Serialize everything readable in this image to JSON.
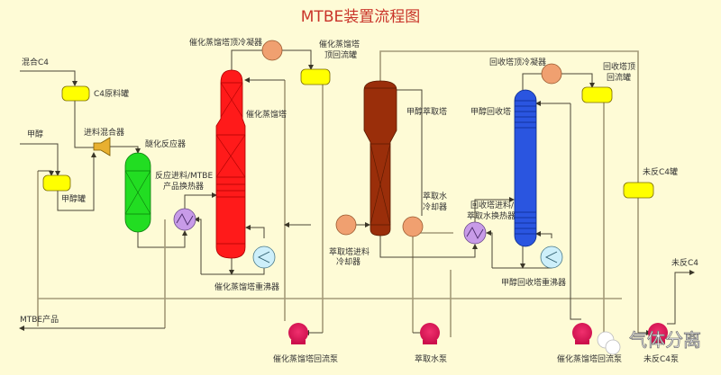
{
  "title": "MTBE装置流程图",
  "colors": {
    "background": "#fefbd6",
    "title": "#c9342a",
    "drum": "#ffff00",
    "reactor": "#22dd22",
    "catalytic_column": "#ff1a1a",
    "extraction_column": "#9a2e0a",
    "recovery_column": "#2a55e0",
    "condenser": "#f0a070",
    "exchanger": "#c89be8",
    "reboiler": "#cdeffa",
    "pump": "#e0185a",
    "mixer": "#e8b030"
  },
  "streams": {
    "mixed_c4": "混合C4",
    "methanol": "甲醇",
    "mtbe_product": "MTBE产品",
    "unreacted_c4": "未反C4"
  },
  "equipment": {
    "c4_feed_tank": "C4原料罐",
    "feed_mixer": "进料混合器",
    "methanol_tank": "甲醇罐",
    "etherification_reactor": "醚化反应器",
    "feed_mtbe_exchanger_1": "反应进料/MTBE",
    "feed_mtbe_exchanger_2": "产品换热器",
    "cd_column_condenser": "催化蒸馏塔顶冷凝器",
    "cd_reflux_drum_1": "催化蒸馏塔",
    "cd_reflux_drum_2": "顶回流罐",
    "cd_column": "催化蒸馏塔",
    "cd_reboiler": "催化蒸馏塔重沸器",
    "cd_reflux_pump": "催化蒸馏塔回流泵",
    "extraction_column": "甲醇萃取塔",
    "extraction_feed_cooler_1": "萃取塔进料",
    "extraction_feed_cooler_2": "冷却器",
    "extraction_water_cooler_1": "萃取水",
    "extraction_water_cooler_2": "冷却器",
    "extraction_water_pump": "萃取水泵",
    "recovery_column": "甲醇回收塔",
    "recovery_condenser": "回收塔顶冷凝器",
    "recovery_reflux_drum_1": "回收塔顶",
    "recovery_reflux_drum_2": "回流罐",
    "recovery_exchanger_1": "回收塔进料/",
    "recovery_exchanger_2": "萃取水换热器",
    "recovery_reboiler": "甲醇回收塔重沸器",
    "recovery_reflux_pump": "催化蒸馏塔回流泵",
    "unreacted_c4_tank": "未反C4罐",
    "unreacted_c4_pump": "未反C4泵"
  },
  "watermark": "气体分离"
}
